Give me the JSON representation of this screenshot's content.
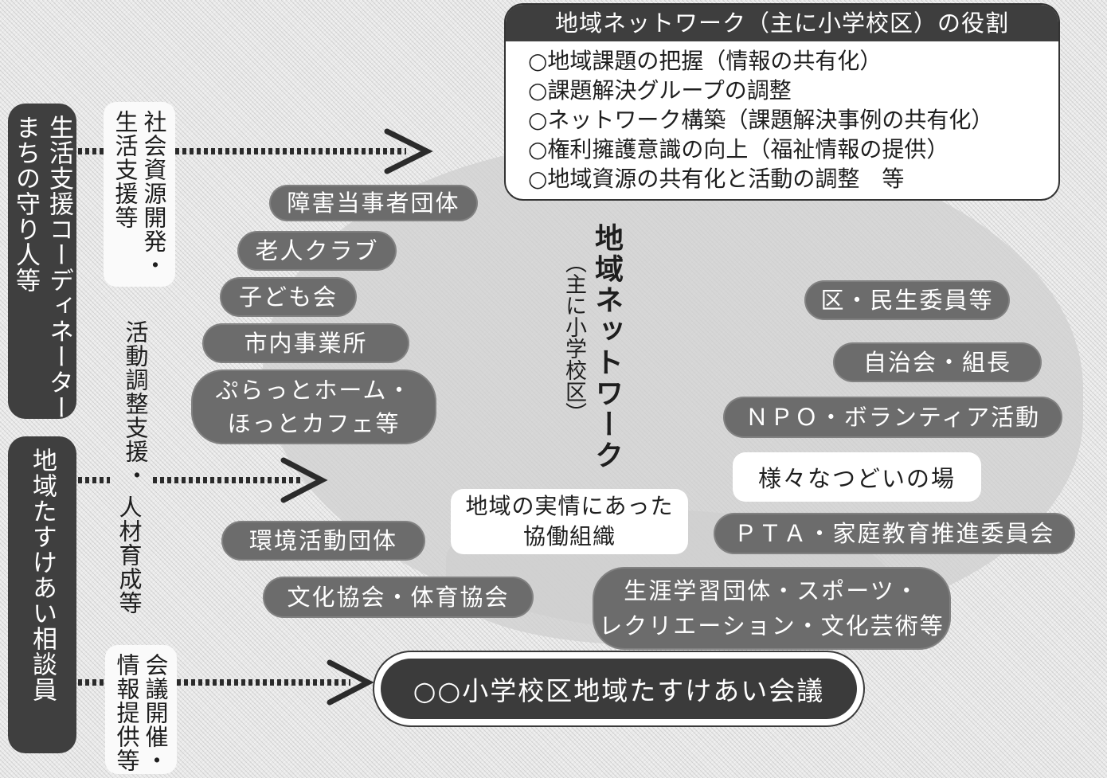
{
  "roles_box": {
    "title": "地域ネットワーク（主に小学校区）の役割",
    "items": [
      "○地域課題の把握（情報の共有化）",
      "○課題解決グループの調整",
      "○ネットワーク構築（課題解決事例の共有化）",
      "○権利擁護意識の向上（福祉情報の提供）",
      "○地域資源の共有化と活動の調整　等"
    ]
  },
  "left_actors": {
    "coordinator_col1": "生活支援コーディネーター",
    "coordinator_col2": "まちの守り人等",
    "consultant": "地域たすけあい相談員"
  },
  "actions": {
    "a1_col1": "社会資源開発・",
    "a1_col2": "生活支援等",
    "a2_col1": "活動調整支援・",
    "a2_col2": "人材育成等",
    "a3_col1": "会議開催・",
    "a3_col2": "情報提供等"
  },
  "center": {
    "title": "地域ネットワーク",
    "subtitle": "（主に小学校区）"
  },
  "groups_left": [
    "障害当事者団体",
    "老人クラブ",
    "子ども会",
    "市内事業所",
    "ぷらっとホーム・",
    "ほっとカフェ等",
    "環境活動団体",
    "文化協会・体育協会"
  ],
  "groups_right": [
    "区・民生委員等",
    "自治会・組長",
    "ＮＰＯ・ボランティア活動",
    "ＰＴＡ・家庭教育推進委員会",
    "生涯学習団体・スポーツ・",
    "レクリエーション・文化芸術等"
  ],
  "labels": {
    "gathering": "様々なつどいの場",
    "collab_line1": "地域の実情にあった",
    "collab_line2": "協働組織"
  },
  "meeting": "○○小学校区地域たすけあい会議"
}
